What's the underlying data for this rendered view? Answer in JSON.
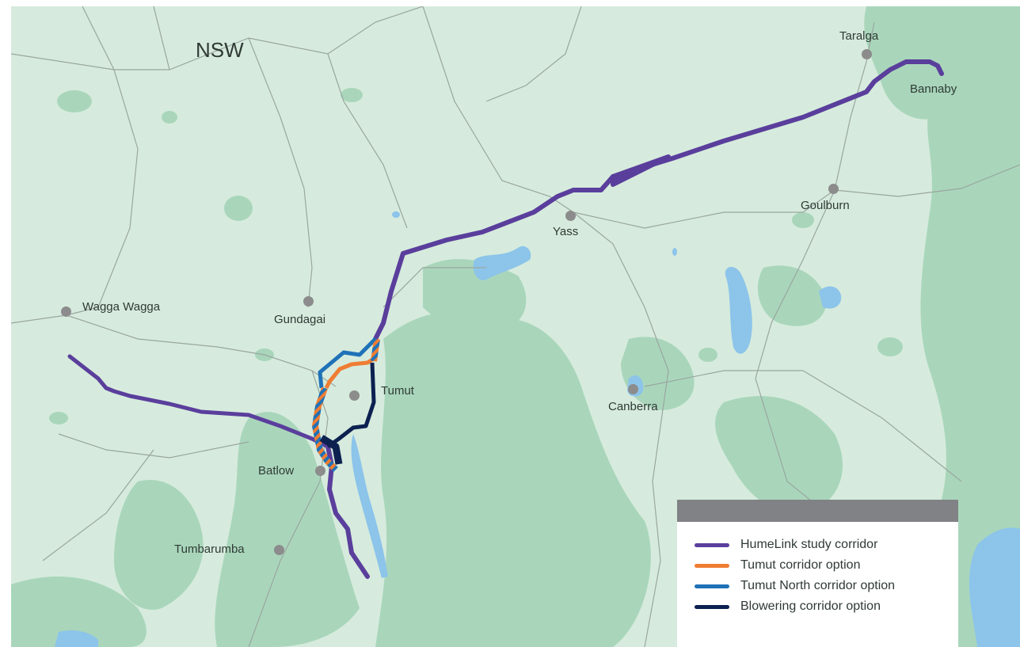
{
  "map": {
    "state_label": "NSW",
    "towns": [
      {
        "id": "taralga",
        "name": "Taralga"
      },
      {
        "id": "bannaby",
        "name": "Bannaby"
      },
      {
        "id": "goulburn",
        "name": "Goulburn"
      },
      {
        "id": "yass",
        "name": "Yass"
      },
      {
        "id": "canberra",
        "name": "Canberra"
      },
      {
        "id": "wagga",
        "name": "Wagga Wagga"
      },
      {
        "id": "gundagai",
        "name": "Gundagai"
      },
      {
        "id": "tumut",
        "name": "Tumut"
      },
      {
        "id": "batlow",
        "name": "Batlow"
      },
      {
        "id": "tumbarumba",
        "name": "Tumbarumba"
      }
    ]
  },
  "legend": {
    "items": [
      {
        "label": "HumeLink study corridor",
        "color": "#5a3e9c"
      },
      {
        "label": "Tumut corridor option",
        "color": "#ef7d32"
      },
      {
        "label": "Tumut North corridor option",
        "color": "#1f72b8"
      },
      {
        "label": "Blowering corridor option",
        "color": "#0c2150"
      }
    ]
  },
  "colors": {
    "land": "#d6ebdd",
    "forest": "#a9d6bb",
    "water": "#8cc4ea",
    "road": "#9aa6a0"
  }
}
